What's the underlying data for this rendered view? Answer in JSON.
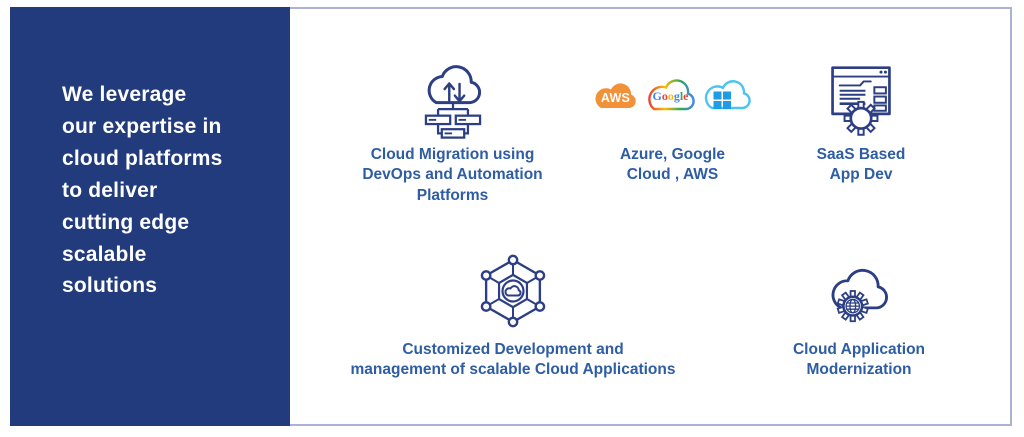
{
  "sidebar": {
    "heading": "We leverage\nour expertise in\ncloud platforms\nto deliver\ncutting edge\nscalable\nsolutions"
  },
  "items": [
    {
      "name": "cloud-migration",
      "caption": "Cloud Migration using\nDevOps and Automation\nPlatforms"
    },
    {
      "name": "cloud-providers",
      "caption": "Azure, Google\nCloud , AWS",
      "logos": {
        "aws_label": "AWS",
        "google_letters": [
          "G",
          "o",
          "o",
          "g",
          "l",
          "e"
        ]
      }
    },
    {
      "name": "saas-app-dev",
      "caption": "SaaS Based\nApp Dev"
    },
    {
      "name": "custom-cloud-apps",
      "caption": "Customized Development and\nmanagement of scalable Cloud Applications"
    },
    {
      "name": "cloud-modernization",
      "caption": "Cloud Application\nModernization"
    }
  ],
  "colors": {
    "sidebar_bg": "#223b7c",
    "caption_text": "#2e5da4",
    "icon_stroke": "#2c3e84",
    "panel_border": "#aab3d4",
    "aws_orange": "#f29138",
    "azure_cloud_outline": "#4ac4f3",
    "azure_flag_blue": "#1e9ce5",
    "google_blue": "#4285F4",
    "google_red": "#EA4335",
    "google_yellow": "#FBBC05",
    "google_green": "#34A853"
  }
}
